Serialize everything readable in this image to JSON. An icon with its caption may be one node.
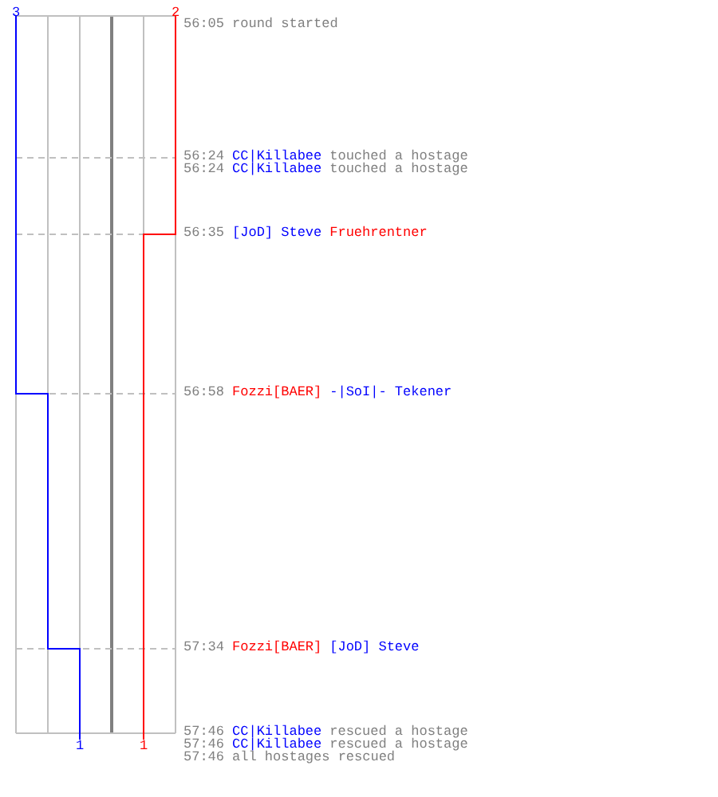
{
  "diagram": {
    "labels": [
      "3",
      "2",
      "56:05",
      "round started",
      "56:24",
      "CC|Killabee",
      "touched a hostage",
      "56:24",
      "CC|Killabee",
      "touched a hostage",
      "56:35",
      "[JoD] Steve",
      "Fruehrentner",
      "56:58",
      "Fozzi[BAER]",
      "-|SoI|- Tekener",
      "57:34",
      "Fozzi[BAER]",
      "[JoD] Steve",
      "1",
      "1",
      "57:46",
      "CC|Killabee",
      "rescued a hostage",
      "57:46",
      "CC|Killabee",
      "rescued a hostage",
      "57:46",
      "all hostages rescued"
    ]
  }
}
